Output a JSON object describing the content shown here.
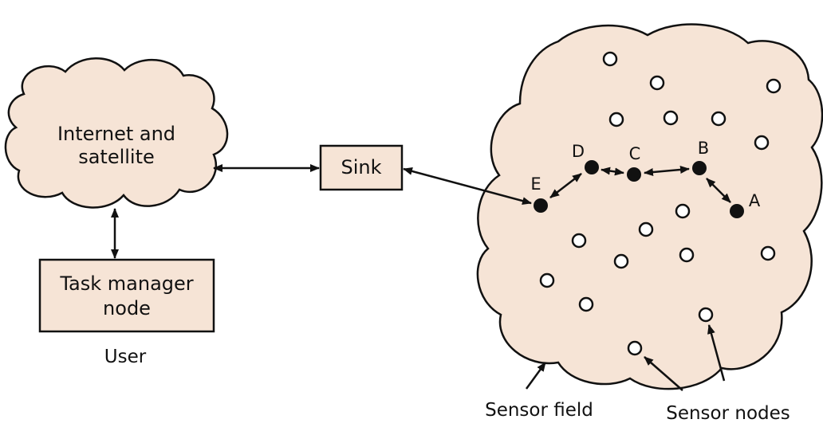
{
  "colors": {
    "fill": "#f6e4d6",
    "stroke": "#111111",
    "open_node_fill": "#ffffff",
    "background": "#ffffff"
  },
  "internet_cloud": {
    "line1": "Internet and",
    "line2": "satellite"
  },
  "task_manager": {
    "line1": "Task manager",
    "line2": "node"
  },
  "user_label": "User",
  "sink_label": "Sink",
  "sensor_field_label": "Sensor field",
  "sensor_nodes_label": "Sensor nodes",
  "path_nodes": [
    {
      "id": "E",
      "label": "E"
    },
    {
      "id": "D",
      "label": "D"
    },
    {
      "id": "C",
      "label": "C"
    },
    {
      "id": "B",
      "label": "B"
    },
    {
      "id": "A",
      "label": "A"
    }
  ],
  "icons": [
    "cloud-shape",
    "bidirectional-arrow",
    "filled-circle-node",
    "open-circle-node",
    "pointer-arrow"
  ]
}
